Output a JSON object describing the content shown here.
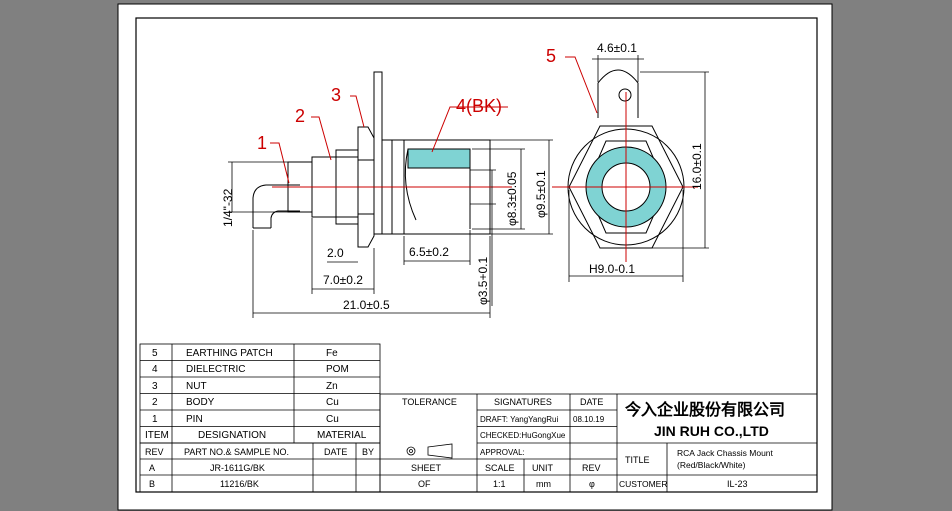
{
  "colors": {
    "background": "#808080",
    "paper": "#ffffff",
    "line": "#000000",
    "dimension": "#cc0000",
    "fill": "#7fd3d3"
  },
  "drawing": {
    "callouts": [
      "1",
      "2",
      "3",
      "4(BK)",
      "5"
    ],
    "dimensions": {
      "thread": "1/4\"-32",
      "d1": "2.0",
      "d2": "7.0±0.2",
      "d3": "21.0±0.5",
      "d4": "6.5±0.2",
      "d5": "φ3.5+0.1",
      "d6": "φ8.3±0.05",
      "d7": "φ9.5±0.1",
      "d8": "4.6±0.1",
      "d9": "16.0±0.1",
      "d10": "H9.0-0.1"
    }
  },
  "bom": {
    "rows": [
      {
        "item": "5",
        "designation": "EARTHING PATCH",
        "material": "Fe"
      },
      {
        "item": "4",
        "designation": "DIELECTRIC",
        "material": "POM"
      },
      {
        "item": "3",
        "designation": "NUT",
        "material": "Zn"
      },
      {
        "item": "2",
        "designation": "BODY",
        "material": "Cu"
      },
      {
        "item": "1",
        "designation": "PIN",
        "material": "Cu"
      }
    ],
    "headers": {
      "item": "ITEM",
      "designation": "DESIGNATION",
      "material": "MATERIAL"
    }
  },
  "rev_table": {
    "headers": {
      "rev": "REV",
      "part": "PART NO.& SAMPLE NO.",
      "date": "DATE",
      "by": "BY"
    },
    "rows": [
      {
        "rev": "A",
        "part": "JR-1611G/BK"
      },
      {
        "rev": "B",
        "part": "11216/BK"
      }
    ]
  },
  "title_block": {
    "tolerance_label": "TOLERANCE",
    "signatures_label": "SIGNATURES",
    "date_label": "DATE",
    "draft": "DRAFT: YangYangRui",
    "draft_date": "08.10.19",
    "checked": "CHECKED:HuGongXue",
    "approval": "APPROVAL:",
    "sheet_label": "SHEET",
    "sheet_value": "OF",
    "scale_label": "SCALE",
    "scale_value": "1:1",
    "unit_label": "UNIT",
    "unit_value": "mm",
    "rev_label": "REV",
    "rev_value": "φ",
    "company_cn": "今入企业股份有限公司",
    "company_en": "JIN RUH CO.,LTD",
    "title_label": "TITLE",
    "title_line1": "RCA Jack Chassis Mount",
    "title_line2": "(Red/Black/White)",
    "customer_label": "CUSTOMER",
    "customer_value": "IL-23"
  }
}
